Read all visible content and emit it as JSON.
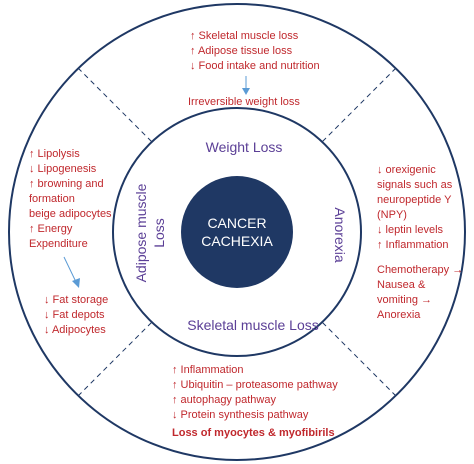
{
  "colors": {
    "outline": "#1f3864",
    "center_fill": "#1f3864",
    "divider": "#1f3864",
    "accent_red": "#c0282d",
    "accent_purple": "#5b3f96",
    "arrow_blue": "#5b9bd5",
    "center_text": "#ffffff"
  },
  "center": {
    "line1": "CANCER",
    "line2": "CACHEXIA"
  },
  "inner_ring": {
    "top": "Weight Loss",
    "right": "Anorexia",
    "bottom": "Skeletal muscle Loss",
    "left_line1": "Adipose muscle",
    "left_line2": "Loss"
  },
  "outer": {
    "top": {
      "items": [
        "↑ Skeletal muscle loss",
        "↑ Adipose tissue loss",
        "↓ Food intake and nutrition"
      ],
      "result": "Irreversible weight loss"
    },
    "left": {
      "items": [
        "↑ Lipolysis",
        "↓ Lipogenesis",
        "↑ browning and",
        "formation",
        "beige adipocytes",
        "↑ Energy",
        "Expenditure"
      ],
      "result_items": [
        "↓ Fat storage",
        "↓ Fat depots",
        "↓ Adipocytes"
      ]
    },
    "right": {
      "items": [
        "↓ orexigenic",
        "signals such as",
        "neuropeptide Y",
        "(NPY)",
        "↓ leptin levels",
        "↑ Inflammation"
      ],
      "chemo_items": [
        "Chemotherapy →",
        "Nausea &",
        "vomiting →",
        "Anorexia"
      ]
    },
    "bottom": {
      "items": [
        "↑ Inflammation",
        "↑ Ubiquitin – proteasome pathway",
        "↑ autophagy pathway",
        "↓ Protein synthesis pathway"
      ],
      "result": "Loss of myocytes & myofibirils"
    }
  }
}
